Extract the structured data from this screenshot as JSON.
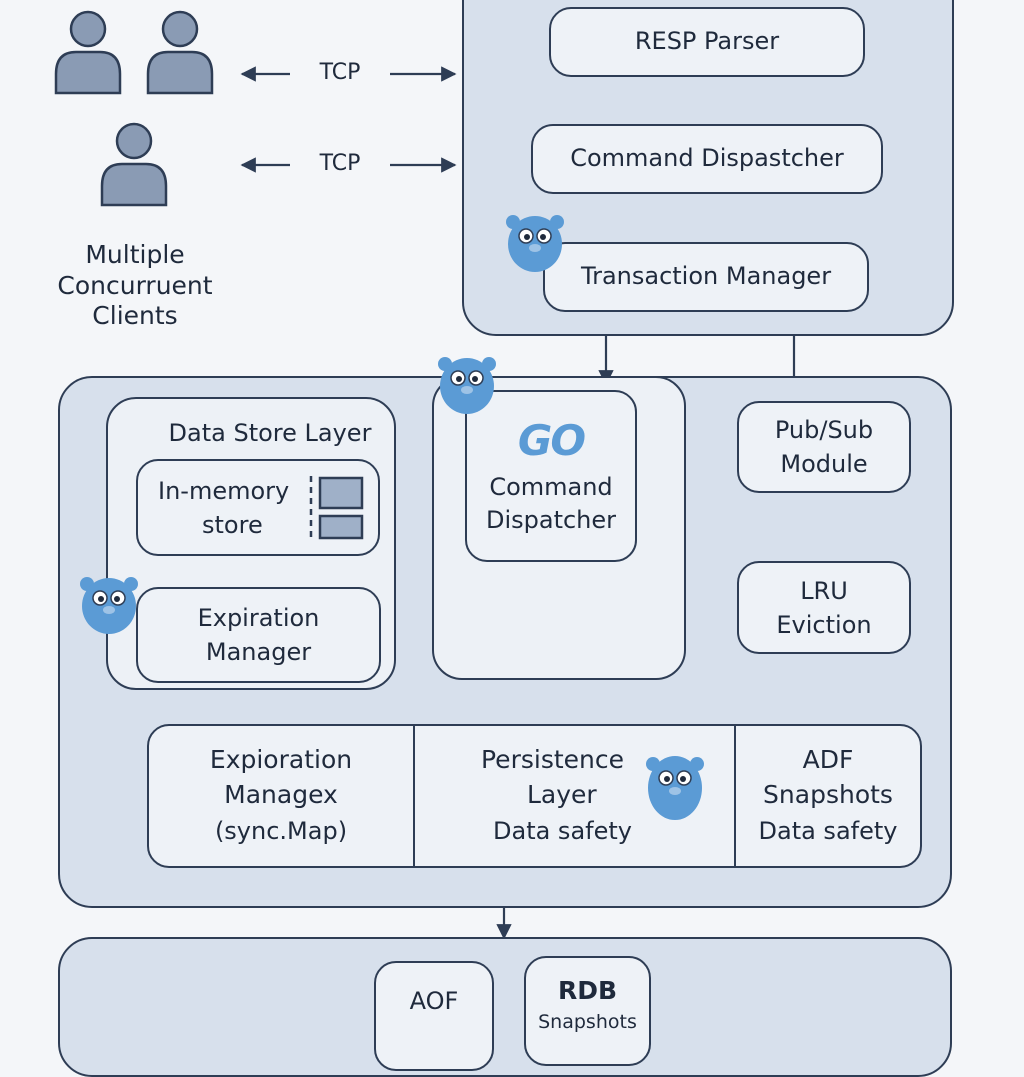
{
  "clients": {
    "label_lines": [
      "Multiple",
      "Concurruent",
      "Clients"
    ],
    "connections": [
      "TCP",
      "TCP"
    ]
  },
  "protocol": {
    "resp_parser": "RESP Parser",
    "command_dispatcher": "Command Dispastcher",
    "transaction_manager": "Transaction Manager"
  },
  "core": {
    "data_store": {
      "title": "Data Store Layer",
      "in_memory_lines": [
        "In-memory",
        "store"
      ],
      "expiration_lines": [
        "Expiration",
        "Manager"
      ]
    },
    "go_dispatcher": {
      "logo": "GO",
      "lines": [
        "Command",
        "Dispatcher"
      ]
    },
    "pubsub_lines": [
      "Pub/Sub",
      "Module"
    ],
    "lru_lines": [
      "LRU",
      "Eviction"
    ]
  },
  "persistence": {
    "expiration": {
      "title_lines": [
        "Expioration",
        "Managex"
      ],
      "sub": "(sync.Map)"
    },
    "layer": {
      "title_lines": [
        "Persistence",
        "Layer"
      ],
      "sub": "Data safety"
    },
    "adf": {
      "title_lines": [
        "ADF",
        "Snapshots"
      ],
      "sub": "Data safety"
    }
  },
  "storage": {
    "aof": "AOF",
    "rdb_lines": [
      "RDB",
      "Snapshots"
    ]
  },
  "colors": {
    "background": "#f4f6f9",
    "panel": "#d7e0ec",
    "node": "#eef2f7",
    "stroke": "#2e3d55",
    "gopher": "#5b9bd5",
    "person": "#8a9bb4"
  }
}
